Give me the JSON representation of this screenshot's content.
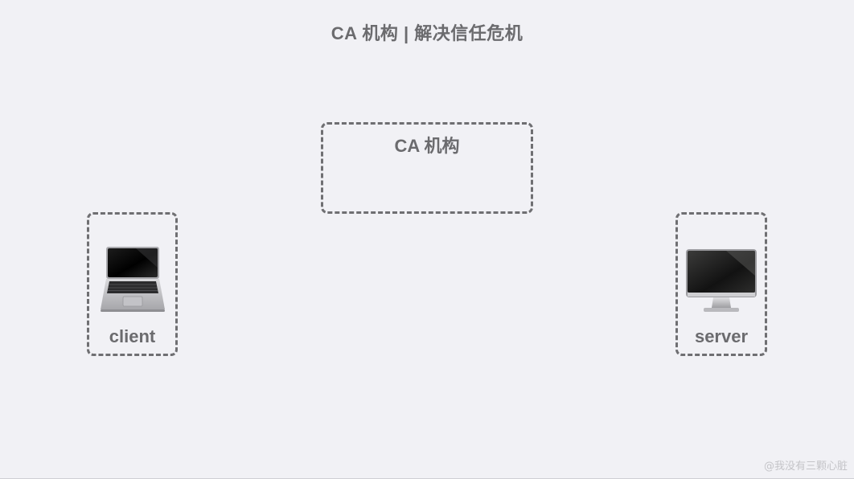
{
  "title": "CA 机构 | 解决信任危机",
  "nodes": {
    "ca": {
      "label": "CA 机构"
    },
    "client": {
      "label": "client",
      "icon": "laptop-icon"
    },
    "server": {
      "label": "server",
      "icon": "desktop-monitor-icon"
    }
  },
  "watermark": "@我没有三颗心脏",
  "colors": {
    "background": "#f1f1f5",
    "text": "#6b6b6e",
    "border": "#6f6f72",
    "watermark": "#c4c4c8"
  }
}
